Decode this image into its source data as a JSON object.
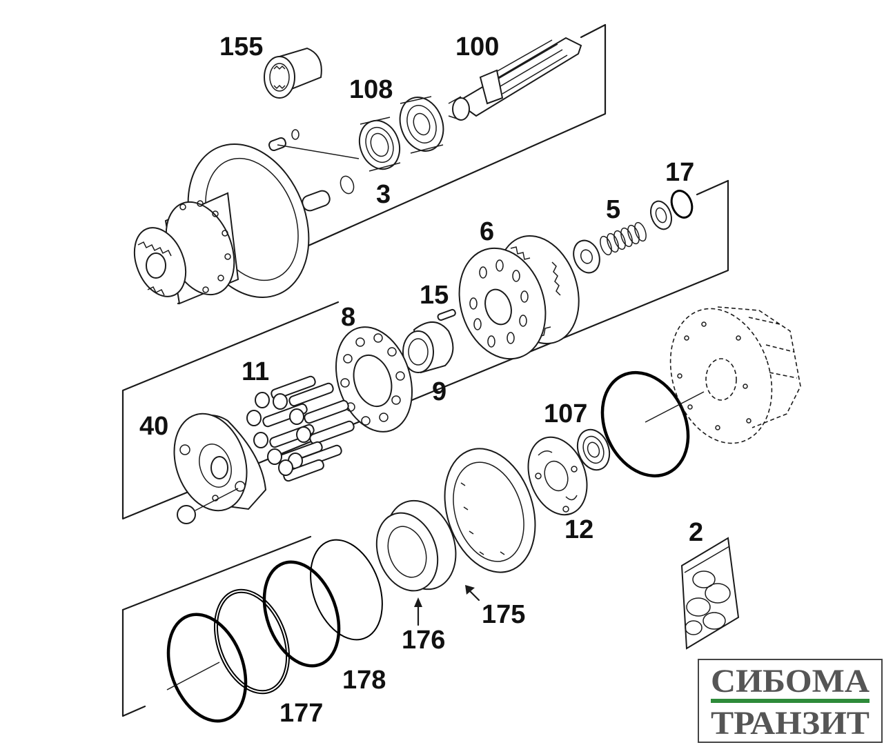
{
  "labels": {
    "p155": "155",
    "p100": "100",
    "p108": "108",
    "p3": "3",
    "p17": "17",
    "p5": "5",
    "p6": "6",
    "p15": "15",
    "p8": "8",
    "p11": "11",
    "p9": "9",
    "p40": "40",
    "p107": "107",
    "p12": "12",
    "p2": "2",
    "p175": "175",
    "p176": "176",
    "p178": "178",
    "p177": "177"
  },
  "logo": {
    "line1": "СИБОМА",
    "line2": "ТРАНЗИТ",
    "accent_color": "#2e8b3a"
  }
}
